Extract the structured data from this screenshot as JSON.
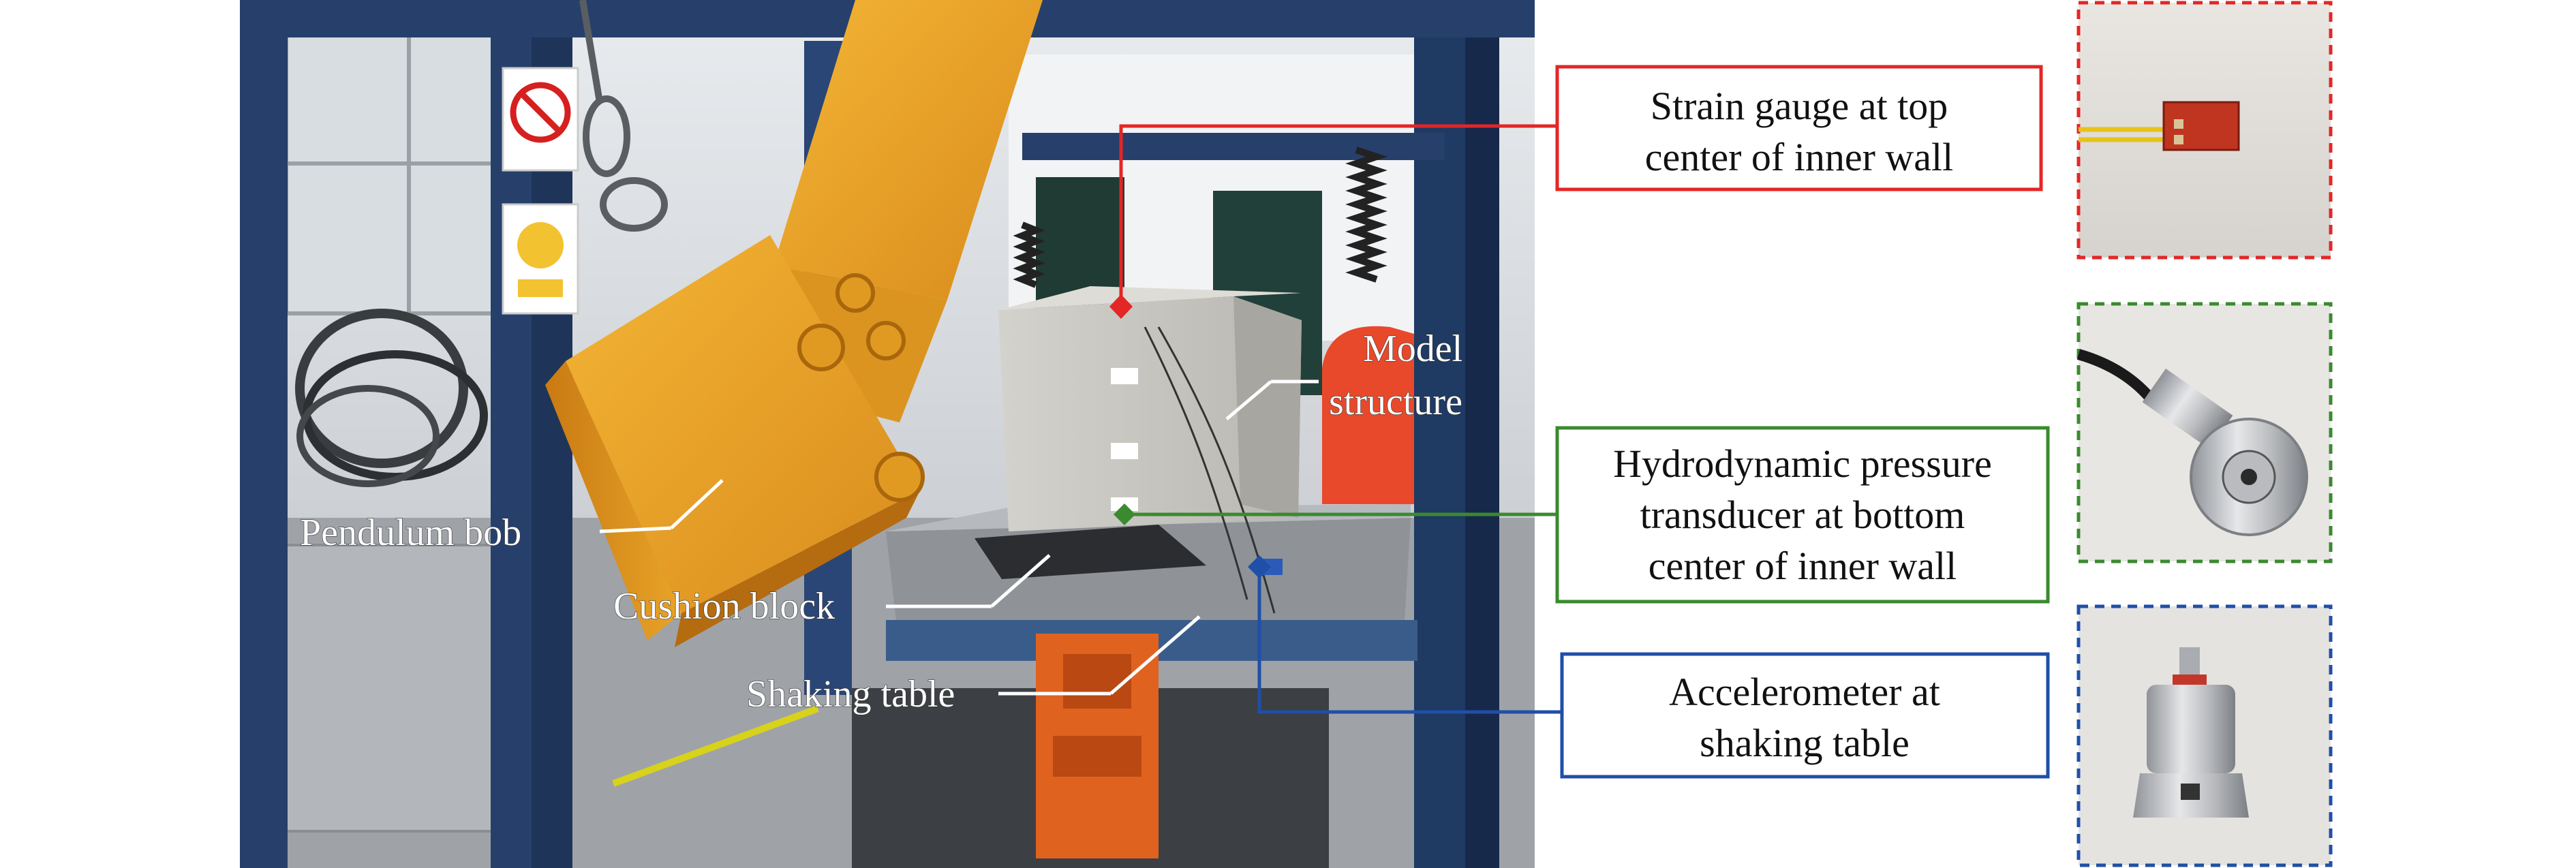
{
  "labels": {
    "pendulum_bob": "Pendulum bob",
    "cushion_block": "Cushion block",
    "shaking_table": "Shaking table",
    "model_structure_line1": "Model",
    "model_structure_line2": "structure"
  },
  "callouts": {
    "strain_gauge": {
      "line1": "Strain gauge at top",
      "line2": "center of inner wall",
      "color": "#e32626"
    },
    "pressure_transducer": {
      "line1": "Hydrodynamic pressure",
      "line2": "transducer at bottom",
      "line3": "center of inner wall",
      "color": "#3b8a2f"
    },
    "accelerometer": {
      "line1": "Accelerometer at",
      "line2": "shaking table",
      "color": "#1f4fa8"
    }
  },
  "colors": {
    "frame_blue": "#26406b",
    "pendulum_yellow": "#e8a224",
    "model_gray": "#c8c6c0",
    "floor_gray": "#7d8188",
    "machine_orange": "#e0621f"
  }
}
